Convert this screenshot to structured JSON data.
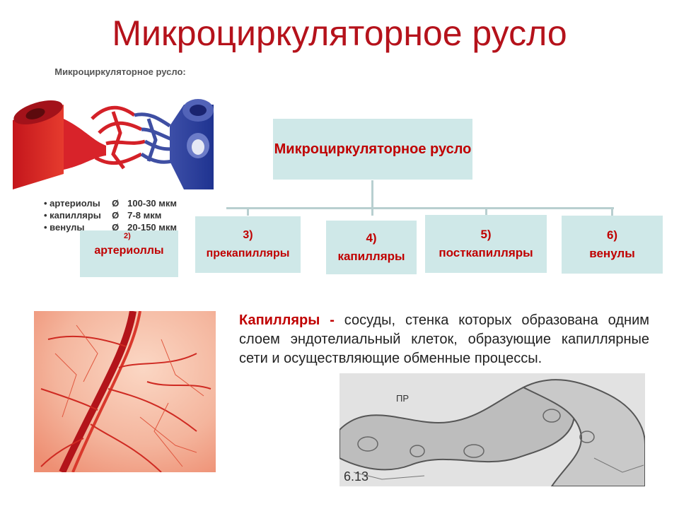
{
  "title": "Микроциркуляторное русло",
  "inset": {
    "title": "Микроциркуляторное русло:",
    "legend": [
      {
        "name": "артериолы",
        "sym": "Ø",
        "value": "100-30 мкм"
      },
      {
        "name": "капилляры",
        "sym": "Ø",
        "value": "7-8 мкм"
      },
      {
        "name": "венулы",
        "sym": "Ø",
        "value": "20-150 мкм"
      }
    ]
  },
  "diagram": {
    "root": "Микроциркуляторное русло",
    "nodes": [
      {
        "num": "2)",
        "label": "артериоллы"
      },
      {
        "num": "3)",
        "label": "прекапилляры"
      },
      {
        "num": "4)",
        "label": "капилляры"
      },
      {
        "num": "5)",
        "label": "посткапилляры"
      },
      {
        "num": "6)",
        "label": "венулы"
      }
    ]
  },
  "description": {
    "term": "Капилляры -",
    "text": " сосуды, стенка которых образована одним слоем эндотелиальный клеток, образующие капиллярные сети и осуществляющие обменные процессы."
  },
  "micrograph": {
    "figure_label": "6.13",
    "annotation": "ПР"
  }
}
